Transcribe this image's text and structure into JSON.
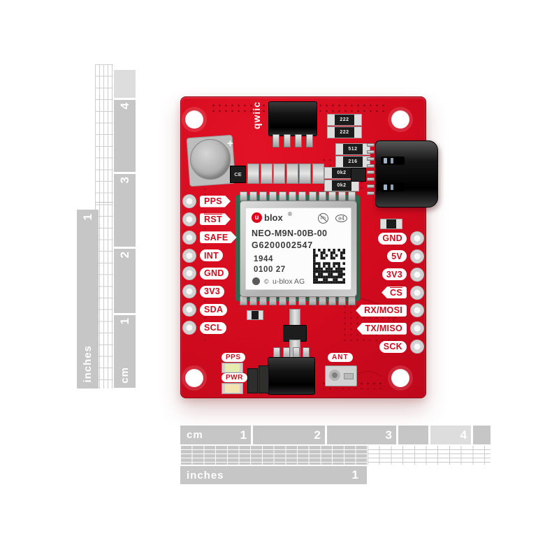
{
  "rulers": {
    "vertical": {
      "inches_unit": "inches",
      "inches_numbers": [
        "1"
      ],
      "cm_unit": "cm",
      "cm_numbers": [
        "4",
        "3",
        "2",
        "1"
      ]
    },
    "horizontal": {
      "cm_unit": "cm",
      "cm_numbers": [
        "1",
        "2",
        "3",
        "4"
      ],
      "inches_unit": "inches",
      "inches_numbers": [
        "1"
      ]
    }
  },
  "board": {
    "qwiic_label": "qwiic",
    "plus_mark": "+",
    "left_pins": [
      {
        "label": "PPS",
        "shape": "arrow-r",
        "overline": false
      },
      {
        "label": "RST",
        "shape": "arrow-r",
        "overline": true
      },
      {
        "label": "SAFE",
        "shape": "arrow-r",
        "overline": false
      },
      {
        "label": "INT",
        "shape": "pill",
        "overline": false
      },
      {
        "label": "GND",
        "shape": "pill",
        "overline": false
      },
      {
        "label": "3V3",
        "shape": "pill",
        "overline": false
      },
      {
        "label": "SDA",
        "shape": "pill",
        "overline": false
      },
      {
        "label": "SCL",
        "shape": "pill",
        "overline": false
      }
    ],
    "right_pins": [
      {
        "label": "GND",
        "shape": "pill",
        "overline": false
      },
      {
        "label": "5V",
        "shape": "pill",
        "overline": false
      },
      {
        "label": "3V3",
        "shape": "pill",
        "overline": false
      },
      {
        "label": "CS",
        "shape": "arrow-l",
        "overline": true
      },
      {
        "label": "RX/MOSI",
        "shape": "arrow-l",
        "overline": false
      },
      {
        "label": "TX/MISO",
        "shape": "arrow-l",
        "overline": false
      },
      {
        "label": "SCK",
        "shape": "pill",
        "overline": false
      }
    ],
    "bottom_labels": {
      "pps": "PPS",
      "pwr": "PWR",
      "ant": "ANT"
    },
    "smd_resistor_labels": [
      "222",
      "222",
      "512",
      "216",
      "0k2",
      "0k2"
    ],
    "ic_label": "CE"
  },
  "module": {
    "brand_logo_letter": "u",
    "brand": "blox",
    "reg_mark": "®",
    "pb_free_mark": "Pb",
    "cert_mark": "e4",
    "part_number": "NEO-M9N-00B-00",
    "serial": "G6200002547",
    "date_code": "1944",
    "lot_code": "0100 27",
    "copyright": "©",
    "maker": "u-blox AG"
  },
  "colors": {
    "board_red": "#d30b1e",
    "ruler_gray": "#c6c6c6",
    "ruler_light": "#dddddd",
    "module_label_bg": "#fcfcfc",
    "text_dark": "#3a3a3a",
    "ublox_red": "#e2001a",
    "led_pps": "#e6ecae",
    "led_pwr": "#f2e3b0"
  }
}
